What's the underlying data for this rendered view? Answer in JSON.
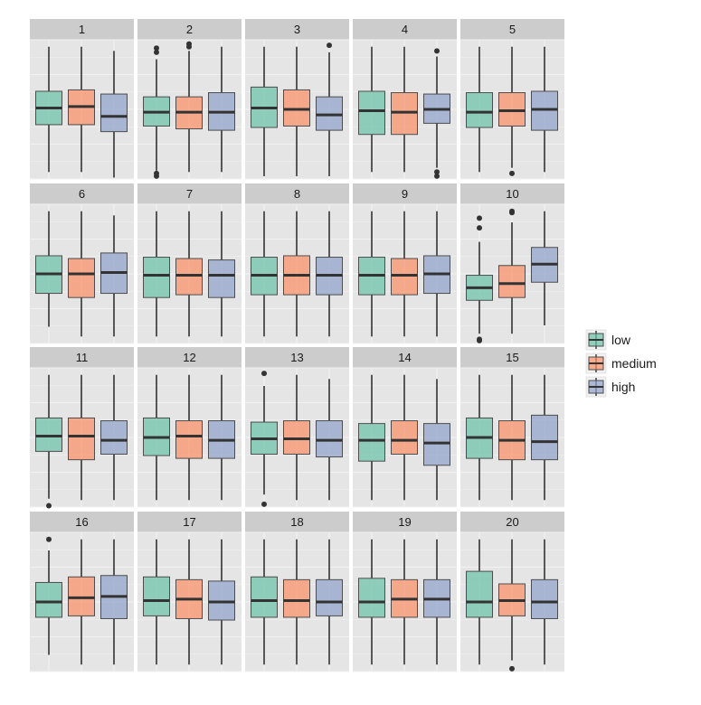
{
  "chart_data": {
    "type": "boxplot",
    "facet_layout": "5 columns x 4 rows",
    "ylim": [
      0,
      1
    ],
    "grid": true,
    "legend": {
      "placement": "right",
      "entries": [
        {
          "label": "low",
          "color": "#66c2a5"
        },
        {
          "label": "medium",
          "color": "#fc8d62"
        },
        {
          "label": "high",
          "color": "#8da0cb"
        }
      ]
    },
    "categories": [
      "low",
      "medium",
      "high"
    ],
    "colors": {
      "panel_bg": "#e5e5e5",
      "strip_bg": "#cccccc",
      "grid": "#f2f2f2",
      "box_outline": "#4d4d4d",
      "median": "#333333",
      "outlier": "#333333"
    },
    "panels": [
      {
        "label": "1",
        "boxes": [
          {
            "wlo": 0.05,
            "q1": 0.39,
            "med": 0.51,
            "q3": 0.63,
            "whi": 0.95,
            "out": []
          },
          {
            "wlo": 0.05,
            "q1": 0.39,
            "med": 0.52,
            "q3": 0.64,
            "whi": 0.95,
            "out": []
          },
          {
            "wlo": 0.01,
            "q1": 0.34,
            "med": 0.45,
            "q3": 0.61,
            "whi": 0.92,
            "out": []
          }
        ]
      },
      {
        "label": "2",
        "boxes": [
          {
            "wlo": 0.06,
            "q1": 0.38,
            "med": 0.48,
            "q3": 0.59,
            "whi": 0.86,
            "out": [
              0.02,
              0.04,
              0.91,
              0.94
            ]
          },
          {
            "wlo": 0.05,
            "q1": 0.36,
            "med": 0.48,
            "q3": 0.59,
            "whi": 0.92,
            "out": [
              0.95,
              0.97
            ]
          },
          {
            "wlo": 0.05,
            "q1": 0.35,
            "med": 0.48,
            "q3": 0.62,
            "whi": 0.95,
            "out": []
          }
        ]
      },
      {
        "label": "3",
        "boxes": [
          {
            "wlo": 0.02,
            "q1": 0.37,
            "med": 0.51,
            "q3": 0.66,
            "whi": 0.95,
            "out": []
          },
          {
            "wlo": 0.02,
            "q1": 0.38,
            "med": 0.5,
            "q3": 0.64,
            "whi": 0.95,
            "out": []
          },
          {
            "wlo": 0.02,
            "q1": 0.35,
            "med": 0.46,
            "q3": 0.59,
            "whi": 0.91,
            "out": [
              0.96
            ]
          }
        ]
      },
      {
        "label": "4",
        "boxes": [
          {
            "wlo": 0.05,
            "q1": 0.32,
            "med": 0.49,
            "q3": 0.63,
            "whi": 0.95,
            "out": []
          },
          {
            "wlo": 0.05,
            "q1": 0.32,
            "med": 0.48,
            "q3": 0.62,
            "whi": 0.95,
            "out": []
          },
          {
            "wlo": 0.08,
            "q1": 0.4,
            "med": 0.5,
            "q3": 0.61,
            "whi": 0.88,
            "out": [
              0.02,
              0.05,
              0.92
            ]
          }
        ]
      },
      {
        "label": "5",
        "boxes": [
          {
            "wlo": 0.05,
            "q1": 0.37,
            "med": 0.48,
            "q3": 0.62,
            "whi": 0.95,
            "out": []
          },
          {
            "wlo": 0.08,
            "q1": 0.38,
            "med": 0.49,
            "q3": 0.62,
            "whi": 0.95,
            "out": [
              0.04
            ]
          },
          {
            "wlo": 0.05,
            "q1": 0.35,
            "med": 0.5,
            "q3": 0.63,
            "whi": 0.95,
            "out": []
          }
        ]
      },
      {
        "label": "6",
        "boxes": [
          {
            "wlo": 0.12,
            "q1": 0.36,
            "med": 0.5,
            "q3": 0.63,
            "whi": 0.95,
            "out": []
          },
          {
            "wlo": 0.05,
            "q1": 0.33,
            "med": 0.5,
            "q3": 0.61,
            "whi": 0.95,
            "out": []
          },
          {
            "wlo": 0.05,
            "q1": 0.36,
            "med": 0.51,
            "q3": 0.65,
            "whi": 0.92,
            "out": []
          }
        ]
      },
      {
        "label": "7",
        "boxes": [
          {
            "wlo": 0.05,
            "q1": 0.33,
            "med": 0.49,
            "q3": 0.62,
            "whi": 0.95,
            "out": []
          },
          {
            "wlo": 0.05,
            "q1": 0.35,
            "med": 0.49,
            "q3": 0.61,
            "whi": 0.95,
            "out": []
          },
          {
            "wlo": 0.05,
            "q1": 0.33,
            "med": 0.49,
            "q3": 0.6,
            "whi": 0.95,
            "out": []
          }
        ]
      },
      {
        "label": "8",
        "boxes": [
          {
            "wlo": 0.05,
            "q1": 0.35,
            "med": 0.49,
            "q3": 0.62,
            "whi": 0.95,
            "out": []
          },
          {
            "wlo": 0.05,
            "q1": 0.35,
            "med": 0.49,
            "q3": 0.63,
            "whi": 0.95,
            "out": []
          },
          {
            "wlo": 0.05,
            "q1": 0.35,
            "med": 0.49,
            "q3": 0.62,
            "whi": 0.95,
            "out": []
          }
        ]
      },
      {
        "label": "9",
        "boxes": [
          {
            "wlo": 0.05,
            "q1": 0.35,
            "med": 0.49,
            "q3": 0.62,
            "whi": 0.95,
            "out": []
          },
          {
            "wlo": 0.05,
            "q1": 0.35,
            "med": 0.49,
            "q3": 0.61,
            "whi": 0.95,
            "out": []
          },
          {
            "wlo": 0.05,
            "q1": 0.36,
            "med": 0.5,
            "q3": 0.63,
            "whi": 0.95,
            "out": []
          }
        ]
      },
      {
        "label": "10",
        "boxes": [
          {
            "wlo": 0.07,
            "q1": 0.31,
            "med": 0.4,
            "q3": 0.49,
            "whi": 0.73,
            "out": [
              0.02,
              0.03,
              0.83,
              0.9
            ]
          },
          {
            "wlo": 0.07,
            "q1": 0.33,
            "med": 0.43,
            "q3": 0.56,
            "whi": 0.87,
            "out": [
              0.94,
              0.95
            ]
          },
          {
            "wlo": 0.13,
            "q1": 0.44,
            "med": 0.57,
            "q3": 0.69,
            "whi": 0.95,
            "out": []
          }
        ]
      },
      {
        "label": "11",
        "boxes": [
          {
            "wlo": 0.06,
            "q1": 0.4,
            "med": 0.51,
            "q3": 0.64,
            "whi": 0.95,
            "out": [
              0.01
            ]
          },
          {
            "wlo": 0.05,
            "q1": 0.34,
            "med": 0.51,
            "q3": 0.64,
            "whi": 0.95,
            "out": []
          },
          {
            "wlo": 0.05,
            "q1": 0.38,
            "med": 0.48,
            "q3": 0.62,
            "whi": 0.95,
            "out": []
          }
        ]
      },
      {
        "label": "12",
        "boxes": [
          {
            "wlo": 0.05,
            "q1": 0.37,
            "med": 0.5,
            "q3": 0.64,
            "whi": 0.95,
            "out": []
          },
          {
            "wlo": 0.05,
            "q1": 0.35,
            "med": 0.51,
            "q3": 0.62,
            "whi": 0.95,
            "out": []
          },
          {
            "wlo": 0.05,
            "q1": 0.35,
            "med": 0.48,
            "q3": 0.62,
            "whi": 0.95,
            "out": []
          }
        ]
      },
      {
        "label": "13",
        "boxes": [
          {
            "wlo": 0.09,
            "q1": 0.38,
            "med": 0.49,
            "q3": 0.61,
            "whi": 0.87,
            "out": [
              0.02,
              0.96
            ]
          },
          {
            "wlo": 0.05,
            "q1": 0.38,
            "med": 0.49,
            "q3": 0.62,
            "whi": 0.95,
            "out": []
          },
          {
            "wlo": 0.05,
            "q1": 0.36,
            "med": 0.48,
            "q3": 0.62,
            "whi": 0.92,
            "out": []
          }
        ]
      },
      {
        "label": "14",
        "boxes": [
          {
            "wlo": 0.05,
            "q1": 0.33,
            "med": 0.48,
            "q3": 0.6,
            "whi": 0.95,
            "out": []
          },
          {
            "wlo": 0.05,
            "q1": 0.38,
            "med": 0.48,
            "q3": 0.62,
            "whi": 0.95,
            "out": []
          },
          {
            "wlo": 0.05,
            "q1": 0.3,
            "med": 0.46,
            "q3": 0.6,
            "whi": 0.92,
            "out": []
          }
        ]
      },
      {
        "label": "15",
        "boxes": [
          {
            "wlo": 0.05,
            "q1": 0.35,
            "med": 0.5,
            "q3": 0.64,
            "whi": 0.95,
            "out": []
          },
          {
            "wlo": 0.05,
            "q1": 0.34,
            "med": 0.48,
            "q3": 0.62,
            "whi": 0.95,
            "out": []
          },
          {
            "wlo": 0.05,
            "q1": 0.34,
            "med": 0.47,
            "q3": 0.66,
            "whi": 0.95,
            "out": []
          }
        ]
      },
      {
        "label": "16",
        "boxes": [
          {
            "wlo": 0.12,
            "q1": 0.39,
            "med": 0.5,
            "q3": 0.64,
            "whi": 0.87,
            "out": [
              0.95
            ]
          },
          {
            "wlo": 0.05,
            "q1": 0.4,
            "med": 0.53,
            "q3": 0.68,
            "whi": 0.95,
            "out": []
          },
          {
            "wlo": 0.05,
            "q1": 0.38,
            "med": 0.54,
            "q3": 0.69,
            "whi": 0.95,
            "out": []
          }
        ]
      },
      {
        "label": "17",
        "boxes": [
          {
            "wlo": 0.05,
            "q1": 0.4,
            "med": 0.51,
            "q3": 0.68,
            "whi": 0.95,
            "out": []
          },
          {
            "wlo": 0.05,
            "q1": 0.38,
            "med": 0.52,
            "q3": 0.66,
            "whi": 0.95,
            "out": []
          },
          {
            "wlo": 0.05,
            "q1": 0.37,
            "med": 0.5,
            "q3": 0.65,
            "whi": 0.95,
            "out": []
          }
        ]
      },
      {
        "label": "18",
        "boxes": [
          {
            "wlo": 0.05,
            "q1": 0.39,
            "med": 0.51,
            "q3": 0.68,
            "whi": 0.95,
            "out": []
          },
          {
            "wlo": 0.05,
            "q1": 0.39,
            "med": 0.51,
            "q3": 0.66,
            "whi": 0.95,
            "out": []
          },
          {
            "wlo": 0.05,
            "q1": 0.4,
            "med": 0.5,
            "q3": 0.66,
            "whi": 0.95,
            "out": []
          }
        ]
      },
      {
        "label": "19",
        "boxes": [
          {
            "wlo": 0.05,
            "q1": 0.39,
            "med": 0.5,
            "q3": 0.67,
            "whi": 0.95,
            "out": []
          },
          {
            "wlo": 0.05,
            "q1": 0.39,
            "med": 0.52,
            "q3": 0.66,
            "whi": 0.95,
            "out": []
          },
          {
            "wlo": 0.05,
            "q1": 0.39,
            "med": 0.52,
            "q3": 0.66,
            "whi": 0.95,
            "out": []
          }
        ]
      },
      {
        "label": "20",
        "boxes": [
          {
            "wlo": 0.05,
            "q1": 0.39,
            "med": 0.5,
            "q3": 0.72,
            "whi": 0.95,
            "out": []
          },
          {
            "wlo": 0.08,
            "q1": 0.4,
            "med": 0.51,
            "q3": 0.63,
            "whi": 0.95,
            "out": [
              0.02
            ]
          },
          {
            "wlo": 0.05,
            "q1": 0.38,
            "med": 0.5,
            "q3": 0.66,
            "whi": 0.95,
            "out": []
          }
        ]
      }
    ]
  }
}
